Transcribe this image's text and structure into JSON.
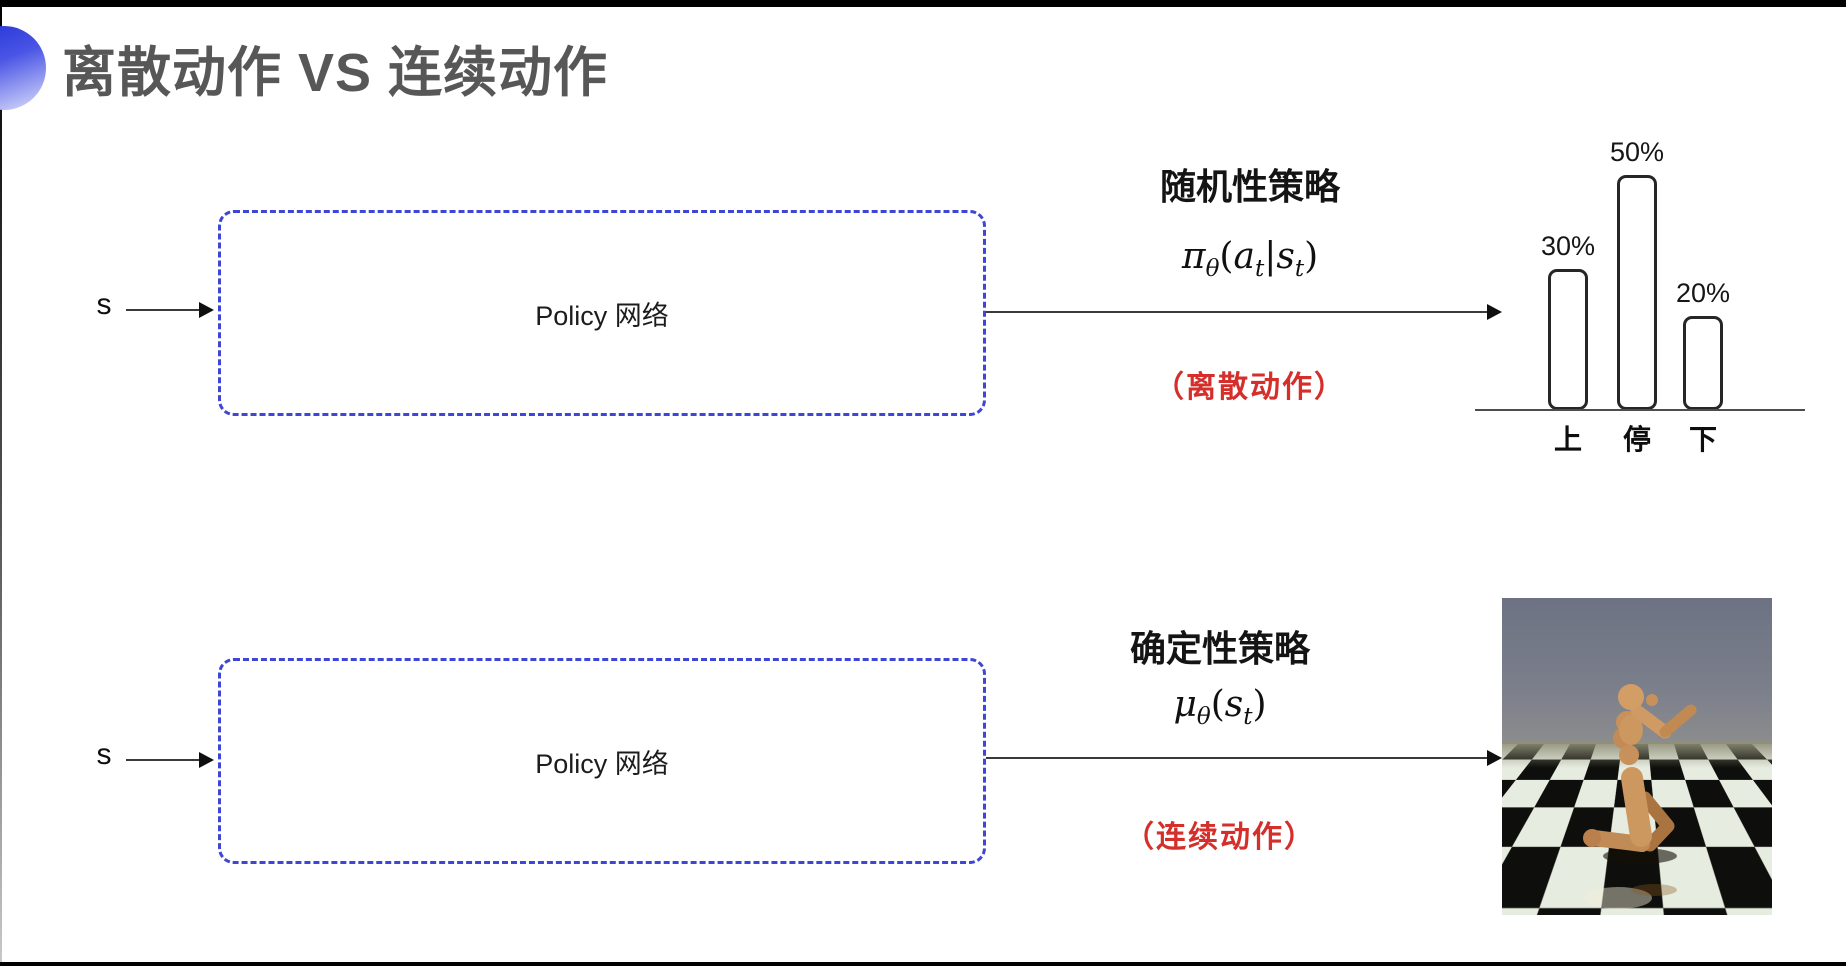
{
  "title": "离散动作 VS 连续动作",
  "top_flow": {
    "input_label": "s",
    "box_label": "Policy 网络",
    "policy_title": "随机性策略",
    "formula": {
      "pi": "π",
      "theta": "θ",
      "lp": "(",
      "a": "a",
      "t1": "t",
      "pipe": "|",
      "s": "s",
      "t2": "t",
      "rp": ")"
    },
    "action_note": "（离散动作）"
  },
  "bottom_flow": {
    "input_label": "s",
    "box_label": "Policy 网络",
    "policy_title": "确定性策略",
    "formula": {
      "mu": "μ",
      "theta": "θ",
      "lp": "(",
      "s": "s",
      "t": "t",
      "rp": ")"
    },
    "action_note": "（连续动作）"
  },
  "chart_data": {
    "type": "bar",
    "categories": [
      "上",
      "停",
      "下"
    ],
    "values": [
      30,
      50,
      20
    ],
    "value_labels": [
      "30%",
      "50%",
      "20%"
    ],
    "title": "",
    "xlabel": "",
    "ylabel": "",
    "ylim": [
      0,
      60
    ],
    "grid": false,
    "legend": false,
    "bar_fill": "#ffffff",
    "bar_outline": "#262626",
    "meaning": "probability distribution over discrete actions"
  },
  "colors": {
    "box_border_blue": "#3f46d6",
    "action_note_red": "#d42f2a",
    "title_gray": "#575757",
    "arrow_dark": "#2f2f2f",
    "bullet_blue": "#3a46e2"
  }
}
